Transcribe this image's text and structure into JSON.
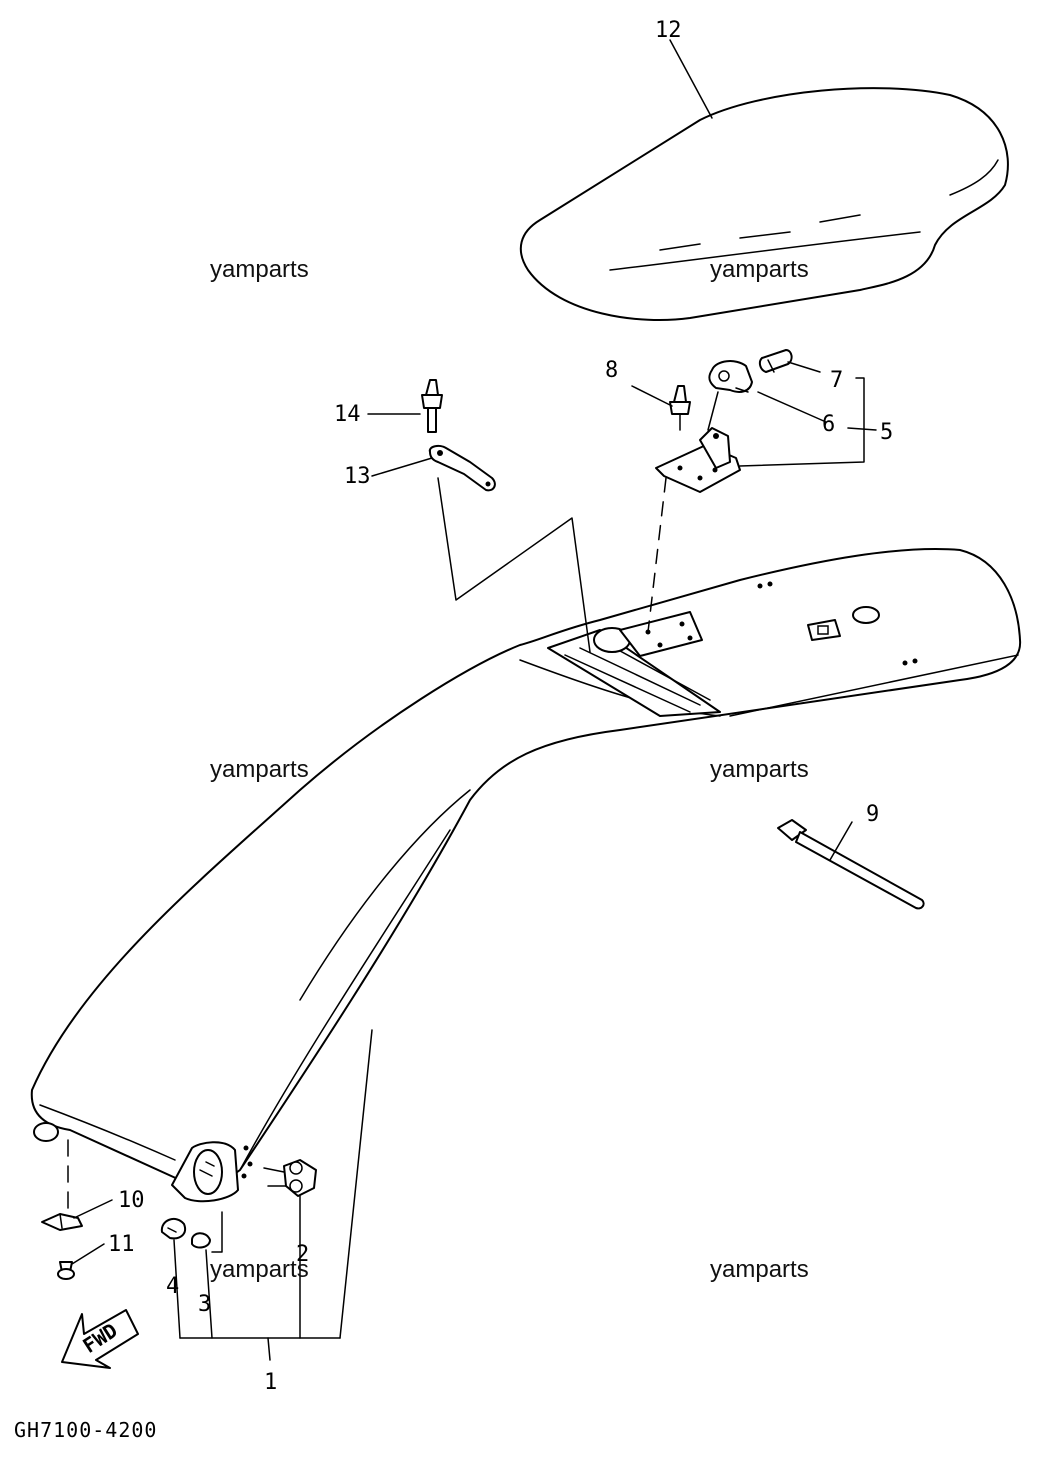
{
  "diagram": {
    "diagram_code": "GH7100-4200",
    "direction_arrow": "FWD",
    "watermark": "yamparts",
    "callouts": [
      "12",
      "14",
      "13",
      "8",
      "7",
      "6",
      "5",
      "9",
      "10",
      "11",
      "4",
      "3",
      "2",
      "1"
    ],
    "parts_depicted": [
      "seat-cushion",
      "seat-base",
      "hinge-bracket",
      "hinge-clamp",
      "stop-pin",
      "rivet",
      "latch-lever",
      "cable-tie",
      "clip",
      "screw",
      "grommet",
      "collar",
      "bolt"
    ]
  }
}
